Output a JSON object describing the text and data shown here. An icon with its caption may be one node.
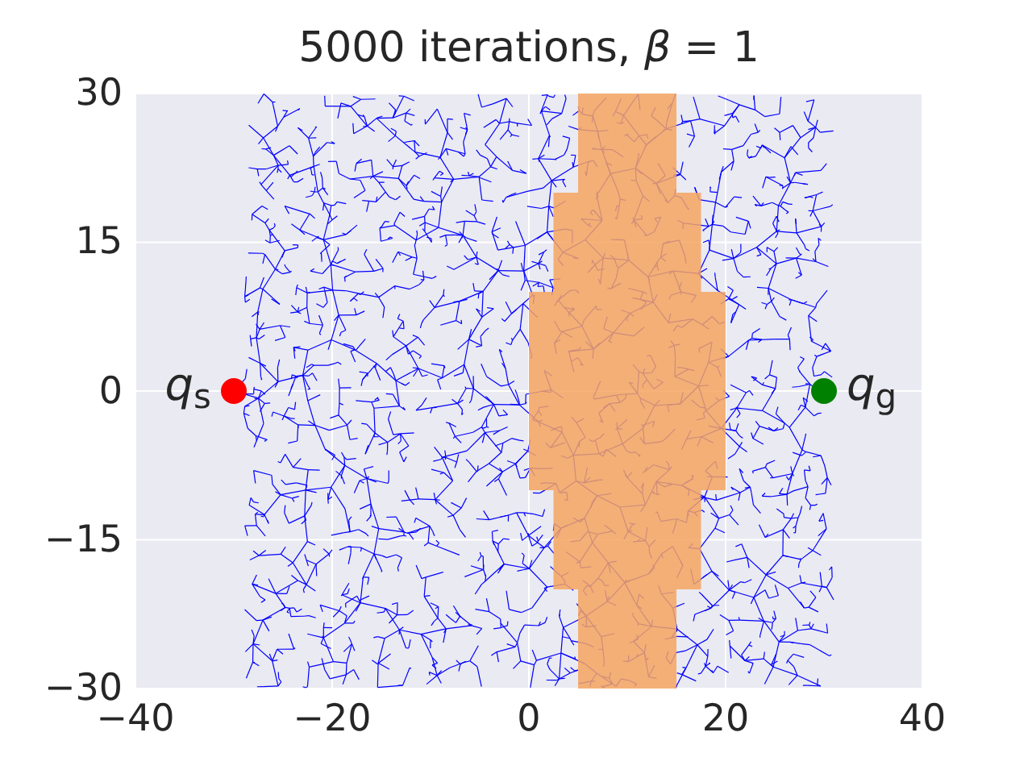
{
  "diagram": {
    "chart_data": {
      "type": "scatter",
      "title": "5000 iterations, *β* = 1",
      "x": [
        -30,
        30
      ],
      "series": [
        {
          "color": "#ff0000",
          "values": [
            0,
            null
          ]
        },
        {
          "color": "#008000",
          "values": [
            null,
            0
          ]
        }
      ],
      "grid": true,
      "xlim": [
        -40,
        40
      ],
      "ylim": [
        -30,
        30
      ],
      "xticks": [
        -40,
        -20,
        0,
        20,
        40
      ],
      "yticks": [
        -30,
        -15,
        0,
        15,
        30
      ],
      "annotations": [
        {
          "text": "*q*$_{s}$",
          "x": -30,
          "y": 0
        },
        {
          "text": "*q*$_{g}$",
          "x": 30,
          "y": 0
        }
      ]
    }
  }
}
